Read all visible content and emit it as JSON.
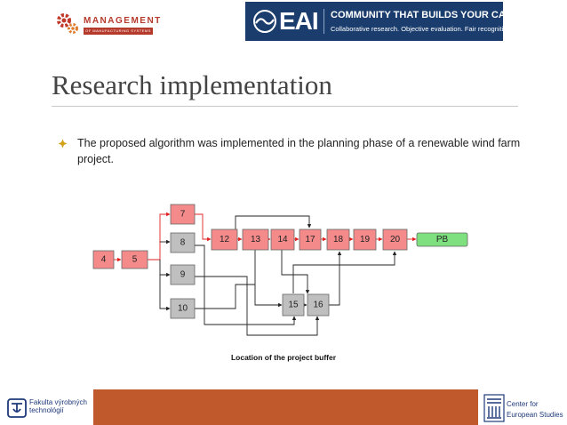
{
  "header": {
    "mgmt_logo": {
      "line1": "MANAGEMENT",
      "line2": "OF MANUFACTURING SYSTEMS",
      "color": "#b63a2c"
    },
    "eai_banner": {
      "logo": "EAI",
      "tagline": "COMMUNITY THAT BUILDS YOUR CAREER",
      "subtagline": "Collaborative research. Objective evaluation. Fair recognition.",
      "color": "#1a3d6d"
    }
  },
  "slide": {
    "title": "Research implementation",
    "bullet_icon": "diamond-bullet-icon",
    "bullet": "The proposed algorithm was implemented in the planning phase of a renewable wind farm project.",
    "caption": "Location of the project buffer"
  },
  "diagram": {
    "nodes": [
      {
        "id": "n4",
        "label": "4",
        "kind": "red"
      },
      {
        "id": "n5",
        "label": "5",
        "kind": "red"
      },
      {
        "id": "n7",
        "label": "7",
        "kind": "red"
      },
      {
        "id": "n8",
        "label": "8",
        "kind": "grey"
      },
      {
        "id": "n9",
        "label": "9",
        "kind": "grey"
      },
      {
        "id": "n10",
        "label": "10",
        "kind": "grey"
      },
      {
        "id": "n12",
        "label": "12",
        "kind": "red"
      },
      {
        "id": "n13",
        "label": "13",
        "kind": "red"
      },
      {
        "id": "n14",
        "label": "14",
        "kind": "red"
      },
      {
        "id": "n17",
        "label": "17",
        "kind": "red"
      },
      {
        "id": "n18",
        "label": "18",
        "kind": "red"
      },
      {
        "id": "n19",
        "label": "19",
        "kind": "red"
      },
      {
        "id": "n20",
        "label": "20",
        "kind": "red"
      },
      {
        "id": "pb",
        "label": "PB",
        "kind": "green"
      },
      {
        "id": "n15",
        "label": "15",
        "kind": "grey"
      },
      {
        "id": "n16",
        "label": "16",
        "kind": "grey"
      }
    ],
    "colors": {
      "critical": "#f48a8a",
      "noncritical": "#bfbfbf",
      "buffer": "#7ee07e",
      "critical_edge": "#e02020",
      "edge": "#222222"
    }
  },
  "footer": {
    "left_logo": "fvt-logo-icon",
    "left_text": "Fakulta výrobných technológií",
    "right_logo": "university-crest-icon",
    "right_text": "Center for European Studies",
    "bar_color": "#c05a2c"
  }
}
